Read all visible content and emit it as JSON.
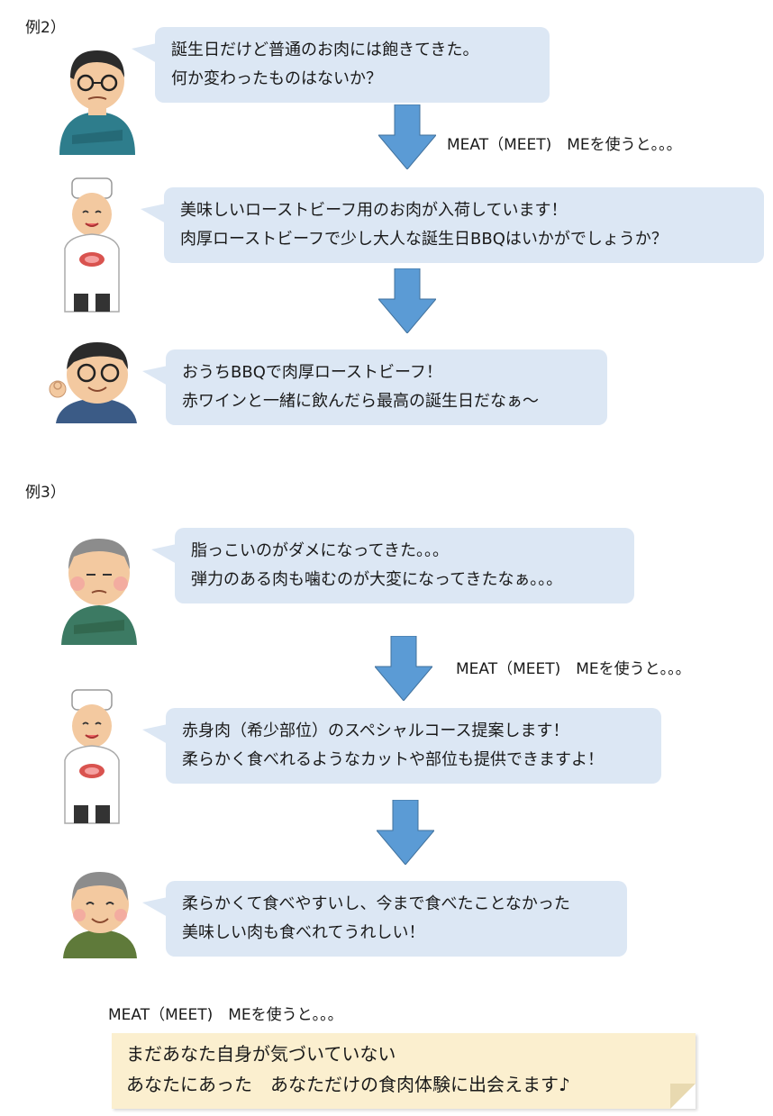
{
  "example2": {
    "label": "例2）",
    "customer_bubble": [
      "誕生日だけど普通のお肉には飽きてきた。",
      "何か変わったものはないか？"
    ],
    "arrow_note": "MEAT（MEET)　MEを使うと。。。",
    "butcher_bubble": [
      "美味しいローストビーフ用のお肉が入荷しています！",
      "肉厚ローストビーフで少し大人な誕生日BBQはいかがでしょうか？"
    ],
    "result_bubble": [
      "おうちBBQで肉厚ローストビーフ！",
      "赤ワインと一緒に飲んだら最高の誕生日だなぁ～"
    ]
  },
  "example3": {
    "label": "例3）",
    "customer_bubble": [
      "脂っこいのがダメになってきた。。。",
      "弾力のある肉も噛むのが大変になってきたなぁ。。。"
    ],
    "arrow_note": "MEAT（MEET)　MEを使うと。。。",
    "butcher_bubble": [
      "赤身肉（希少部位）のスペシャルコース提案します！",
      "柔らかく食べれるようなカットや部位も提供できますよ！"
    ],
    "result_bubble": [
      "柔らかくて食べやすいし、今まで食べたことなかった",
      "美味しい肉も食べれてうれしい！"
    ]
  },
  "conclusion": {
    "intro": "MEAT（MEET)　MEを使うと。。。",
    "lines": [
      "まだあなた自身が気づいていない",
      "あなたにあった　あなただけの食肉体験に出会えます♪"
    ]
  },
  "colors": {
    "bubble": "#dce7f4",
    "arrow": "#5b9bd5",
    "note": "#fbefcf"
  },
  "icons": [
    "worried-man-icon",
    "butcher-icon",
    "happy-man-icon",
    "elderly-man-icon",
    "happy-elderly-man-icon",
    "down-arrow-icon"
  ]
}
